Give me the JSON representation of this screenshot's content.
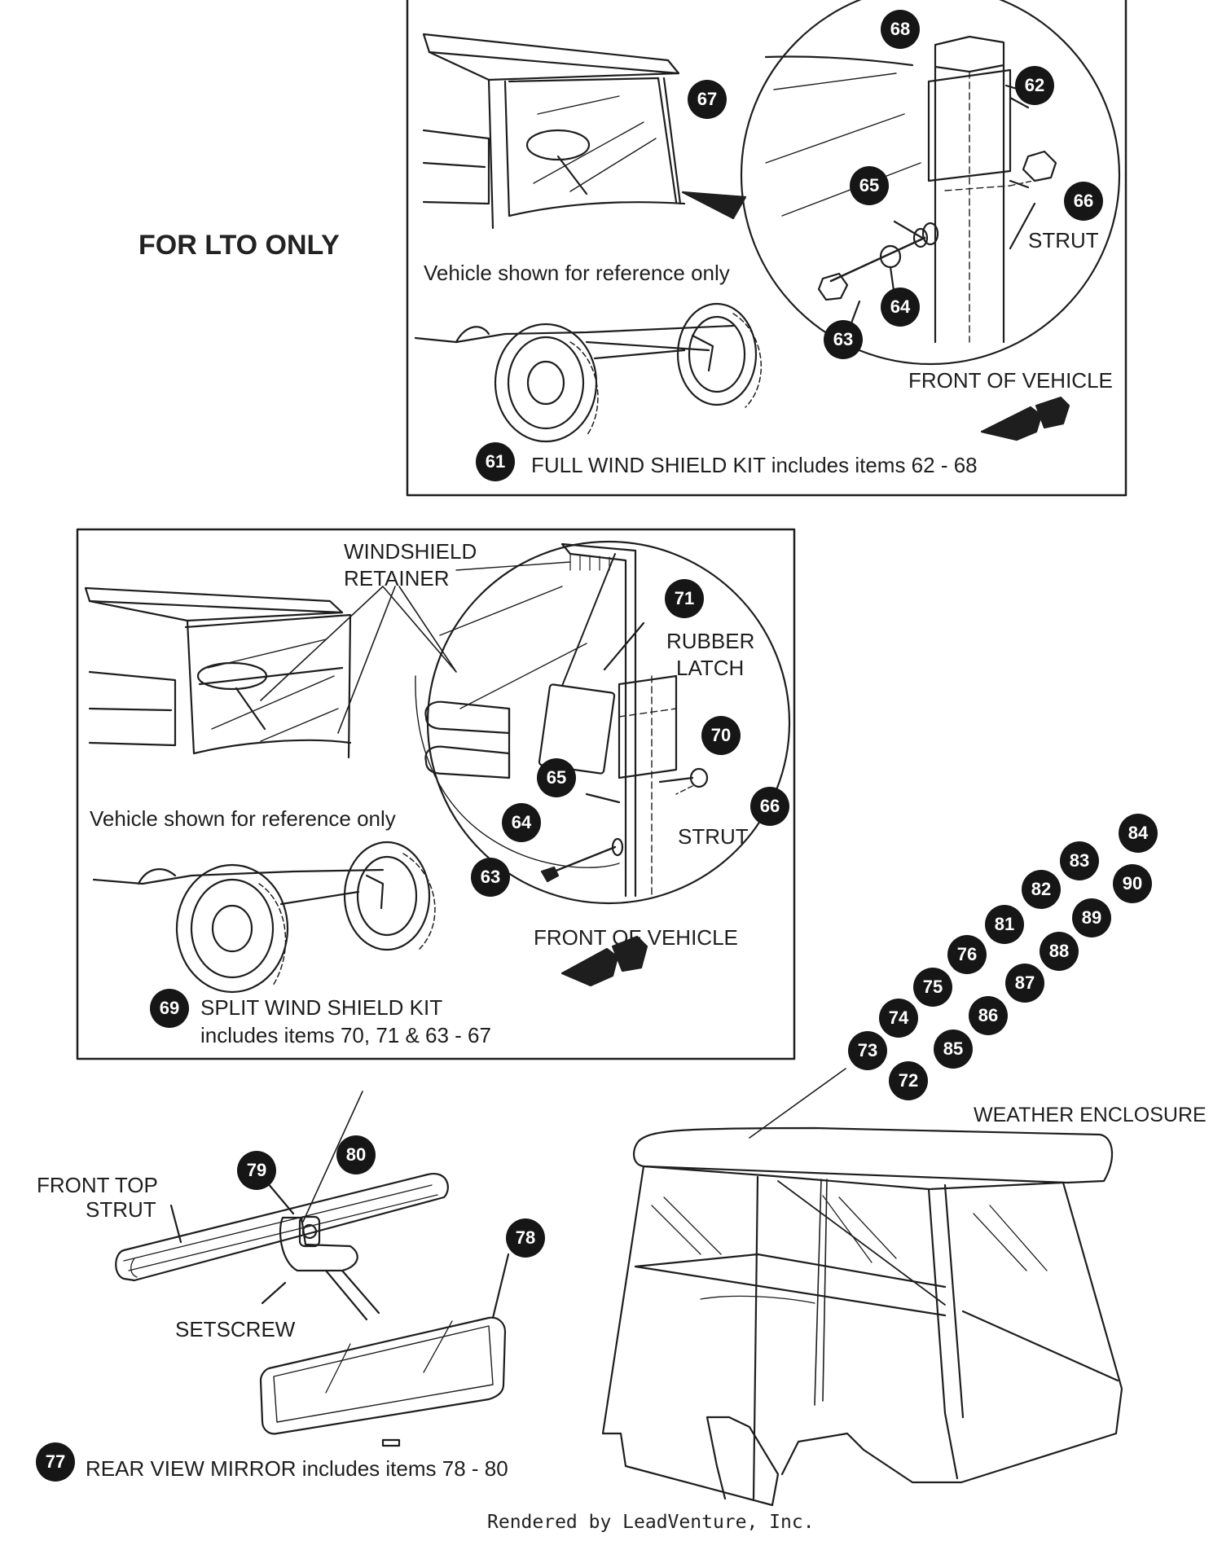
{
  "lto_label": "FOR LTO ONLY",
  "panels": {
    "full_windshield": {
      "reference_note": "Vehicle shown for reference only",
      "strut_label": "STRUT",
      "front_label": "FRONT OF VEHICLE",
      "kit_number": "61",
      "kit_description": "FULL WIND SHIELD KIT includes items 62 - 68",
      "callouts": [
        "68",
        "67",
        "62",
        "65",
        "66",
        "64",
        "63"
      ]
    },
    "split_windshield": {
      "retainer_label_line1": "WINDSHIELD",
      "retainer_label_line2": "RETAINER",
      "latch_label_line1": "RUBBER",
      "latch_label_line2": "LATCH",
      "reference_note": "Vehicle shown for reference only",
      "strut_label": "STRUT",
      "front_label": "FRONT OF VEHICLE",
      "kit_number": "69",
      "kit_description_line1": "SPLIT WIND SHIELD KIT",
      "kit_description_line2": "includes items 70, 71 & 63 - 67",
      "callouts": [
        "71",
        "70",
        "65",
        "66",
        "64",
        "63"
      ]
    }
  },
  "weather_enclosure": {
    "label": "WEATHER ENCLOSURE",
    "callouts": [
      "84",
      "83",
      "90",
      "82",
      "89",
      "81",
      "88",
      "76",
      "87",
      "75",
      "86",
      "74",
      "85",
      "73",
      "72"
    ]
  },
  "mirror": {
    "front_strut_line1": "FRONT TOP",
    "front_strut_line2": "STRUT",
    "setscrew_label": "SETSCREW",
    "kit_number": "77",
    "kit_description": "REAR VIEW MIRROR includes items 78 - 80",
    "callouts": [
      "79",
      "80",
      "78"
    ]
  },
  "footer": "Rendered by LeadVenture, Inc."
}
